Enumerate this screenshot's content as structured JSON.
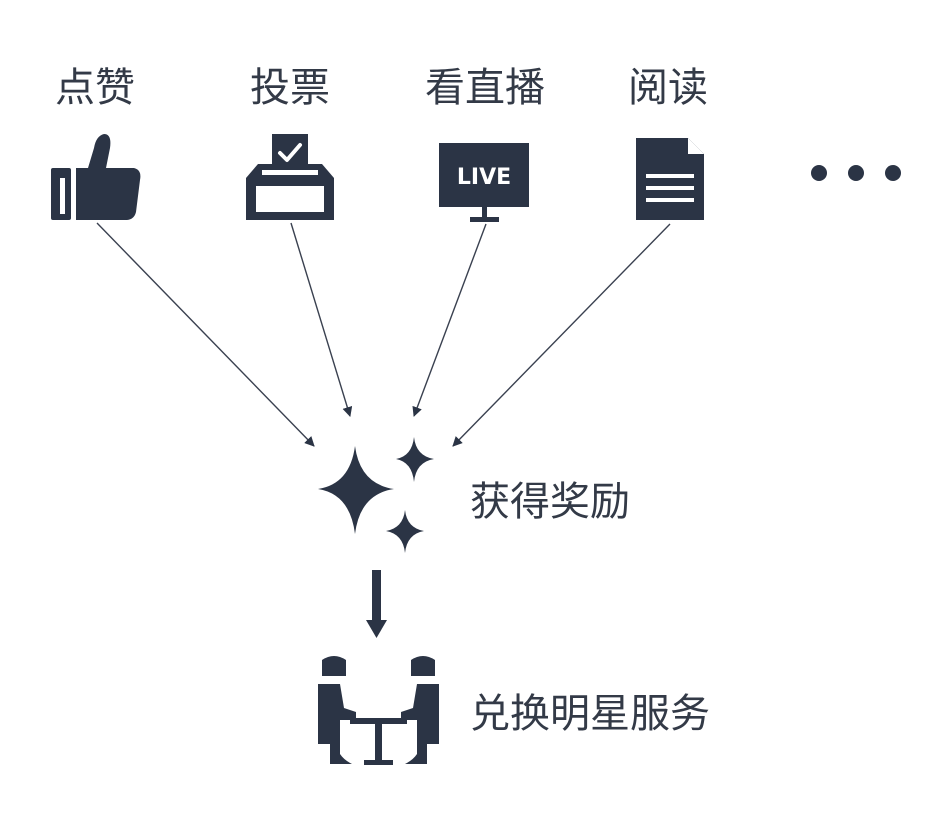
{
  "activities": [
    {
      "id": "like",
      "label": "点赞",
      "icon": "thumbs-up-icon"
    },
    {
      "id": "vote",
      "label": "投票",
      "icon": "ballot-box-icon"
    },
    {
      "id": "live",
      "label": "看直播",
      "icon": "live-screen-icon",
      "screen_text": "LIVE"
    },
    {
      "id": "read",
      "label": "阅读",
      "icon": "document-icon"
    }
  ],
  "more_icon": "ellipsis-icon",
  "reward": {
    "label": "获得奖励",
    "icon": "sparkle-icon"
  },
  "redeem": {
    "label": "兑换明星服务",
    "icon": "meeting-icon"
  },
  "colors": {
    "ink": "#2b3445",
    "line": "#3a4150",
    "background": "#ffffff"
  }
}
